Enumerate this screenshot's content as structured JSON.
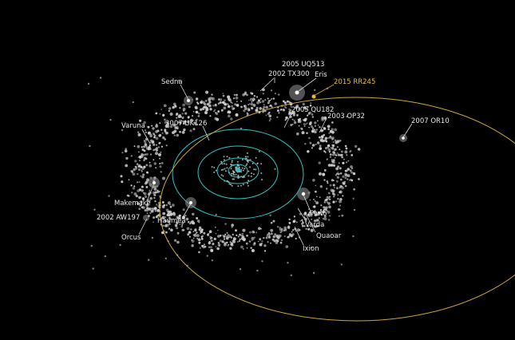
{
  "colors": {
    "background": "#000000",
    "dots": "#cfcfcf",
    "inner_orbits": "#2ec4c4",
    "highlight_orbit": "#c8a838",
    "highlight_label": "#e6c232"
  },
  "labels": {
    "uq513": "2005 UQ513",
    "tx300": "2002 TX300",
    "eris": "Eris",
    "rr245": "2015 RR245",
    "sedna": "Sedna",
    "qu182": "2005 QU182",
    "op32": "2003 OP32",
    "varuna": "Varuna",
    "uk126": "2007 UK126",
    "or10": "2007 OR10",
    "makemake": "Makemake",
    "aw197": "2002 AW197",
    "haumea": "Haumea",
    "orcus": "Orcus",
    "pluto": "Pluto",
    "varda": "Varda",
    "quaoar": "Quaoar",
    "ixion": "Ixion"
  }
}
